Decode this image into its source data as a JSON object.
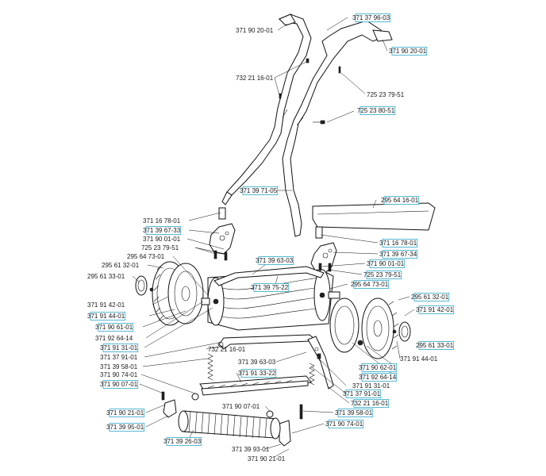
{
  "highlight_color": "#2ea7c9",
  "labels": [
    {
      "text": "371 37 96-03",
      "boxed": true
    },
    {
      "text": "371 90 20-01",
      "boxed": false
    },
    {
      "text": "371 90 20-01",
      "boxed": true
    },
    {
      "text": "732 21 16-01",
      "boxed": false
    },
    {
      "text": "725 23 79-51",
      "boxed": false
    },
    {
      "text": "725 23 80-51",
      "boxed": true
    },
    {
      "text": "371 39 71-05",
      "boxed": true
    },
    {
      "text": "295 64 16-01",
      "boxed": true
    },
    {
      "text": "371 16 78-01",
      "boxed": false
    },
    {
      "text": "371 39 67-33",
      "boxed": true
    },
    {
      "text": "371 90 01-01",
      "boxed": false
    },
    {
      "text": "725 23 79-51",
      "boxed": false
    },
    {
      "text": "295 64 73-01",
      "boxed": false
    },
    {
      "text": "295 61 32-01",
      "boxed": false
    },
    {
      "text": "295 61 33-01",
      "boxed": false
    },
    {
      "text": "371 39 63-03",
      "boxed": true
    },
    {
      "text": "371 16 78-01",
      "boxed": true
    },
    {
      "text": "371 39 67-34",
      "boxed": true
    },
    {
      "text": "371 90 01-01",
      "boxed": true
    },
    {
      "text": "725 23 79-51",
      "boxed": true
    },
    {
      "text": "371 39 75-22",
      "boxed": true
    },
    {
      "text": "295 64 73-01",
      "boxed": true
    },
    {
      "text": "295 61 32-01",
      "boxed": true
    },
    {
      "text": "371 91 42-01",
      "boxed": true
    },
    {
      "text": "371 91 42-01",
      "boxed": false
    },
    {
      "text": "371 91 44-01",
      "boxed": true
    },
    {
      "text": "371 90 61-01",
      "boxed": true
    },
    {
      "text": "371 92 64-14",
      "boxed": false
    },
    {
      "text": "371 91 31-01",
      "boxed": true
    },
    {
      "text": "295 61 33-01",
      "boxed": true
    },
    {
      "text": "371 91 44-01",
      "boxed": false
    },
    {
      "text": "732 21 16-01",
      "boxed": false
    },
    {
      "text": "371 37 91-01",
      "boxed": false
    },
    {
      "text": "371 39 58-01",
      "boxed": false
    },
    {
      "text": "371 39 63-03",
      "boxed": false
    },
    {
      "text": "371 90 62-01",
      "boxed": true
    },
    {
      "text": "371 92 64-14",
      "boxed": true
    },
    {
      "text": "371 90 74-01",
      "boxed": false
    },
    {
      "text": "371 91 33-22",
      "boxed": true
    },
    {
      "text": "371 91 31-01",
      "boxed": false
    },
    {
      "text": "371 90 07-01",
      "boxed": true
    },
    {
      "text": "371 37 91-01",
      "boxed": true
    },
    {
      "text": "732 21 16-01",
      "boxed": true
    },
    {
      "text": "371 90 21-01",
      "boxed": true
    },
    {
      "text": "371 90 07-01",
      "boxed": false
    },
    {
      "text": "371 39 58-01",
      "boxed": true
    },
    {
      "text": "371 39 95-01",
      "boxed": true
    },
    {
      "text": "371 90 74-01",
      "boxed": true
    },
    {
      "text": "371 39 26-03",
      "boxed": true
    },
    {
      "text": "371 39 93-01",
      "boxed": false
    },
    {
      "text": "371 90 21-01",
      "boxed": false
    }
  ]
}
